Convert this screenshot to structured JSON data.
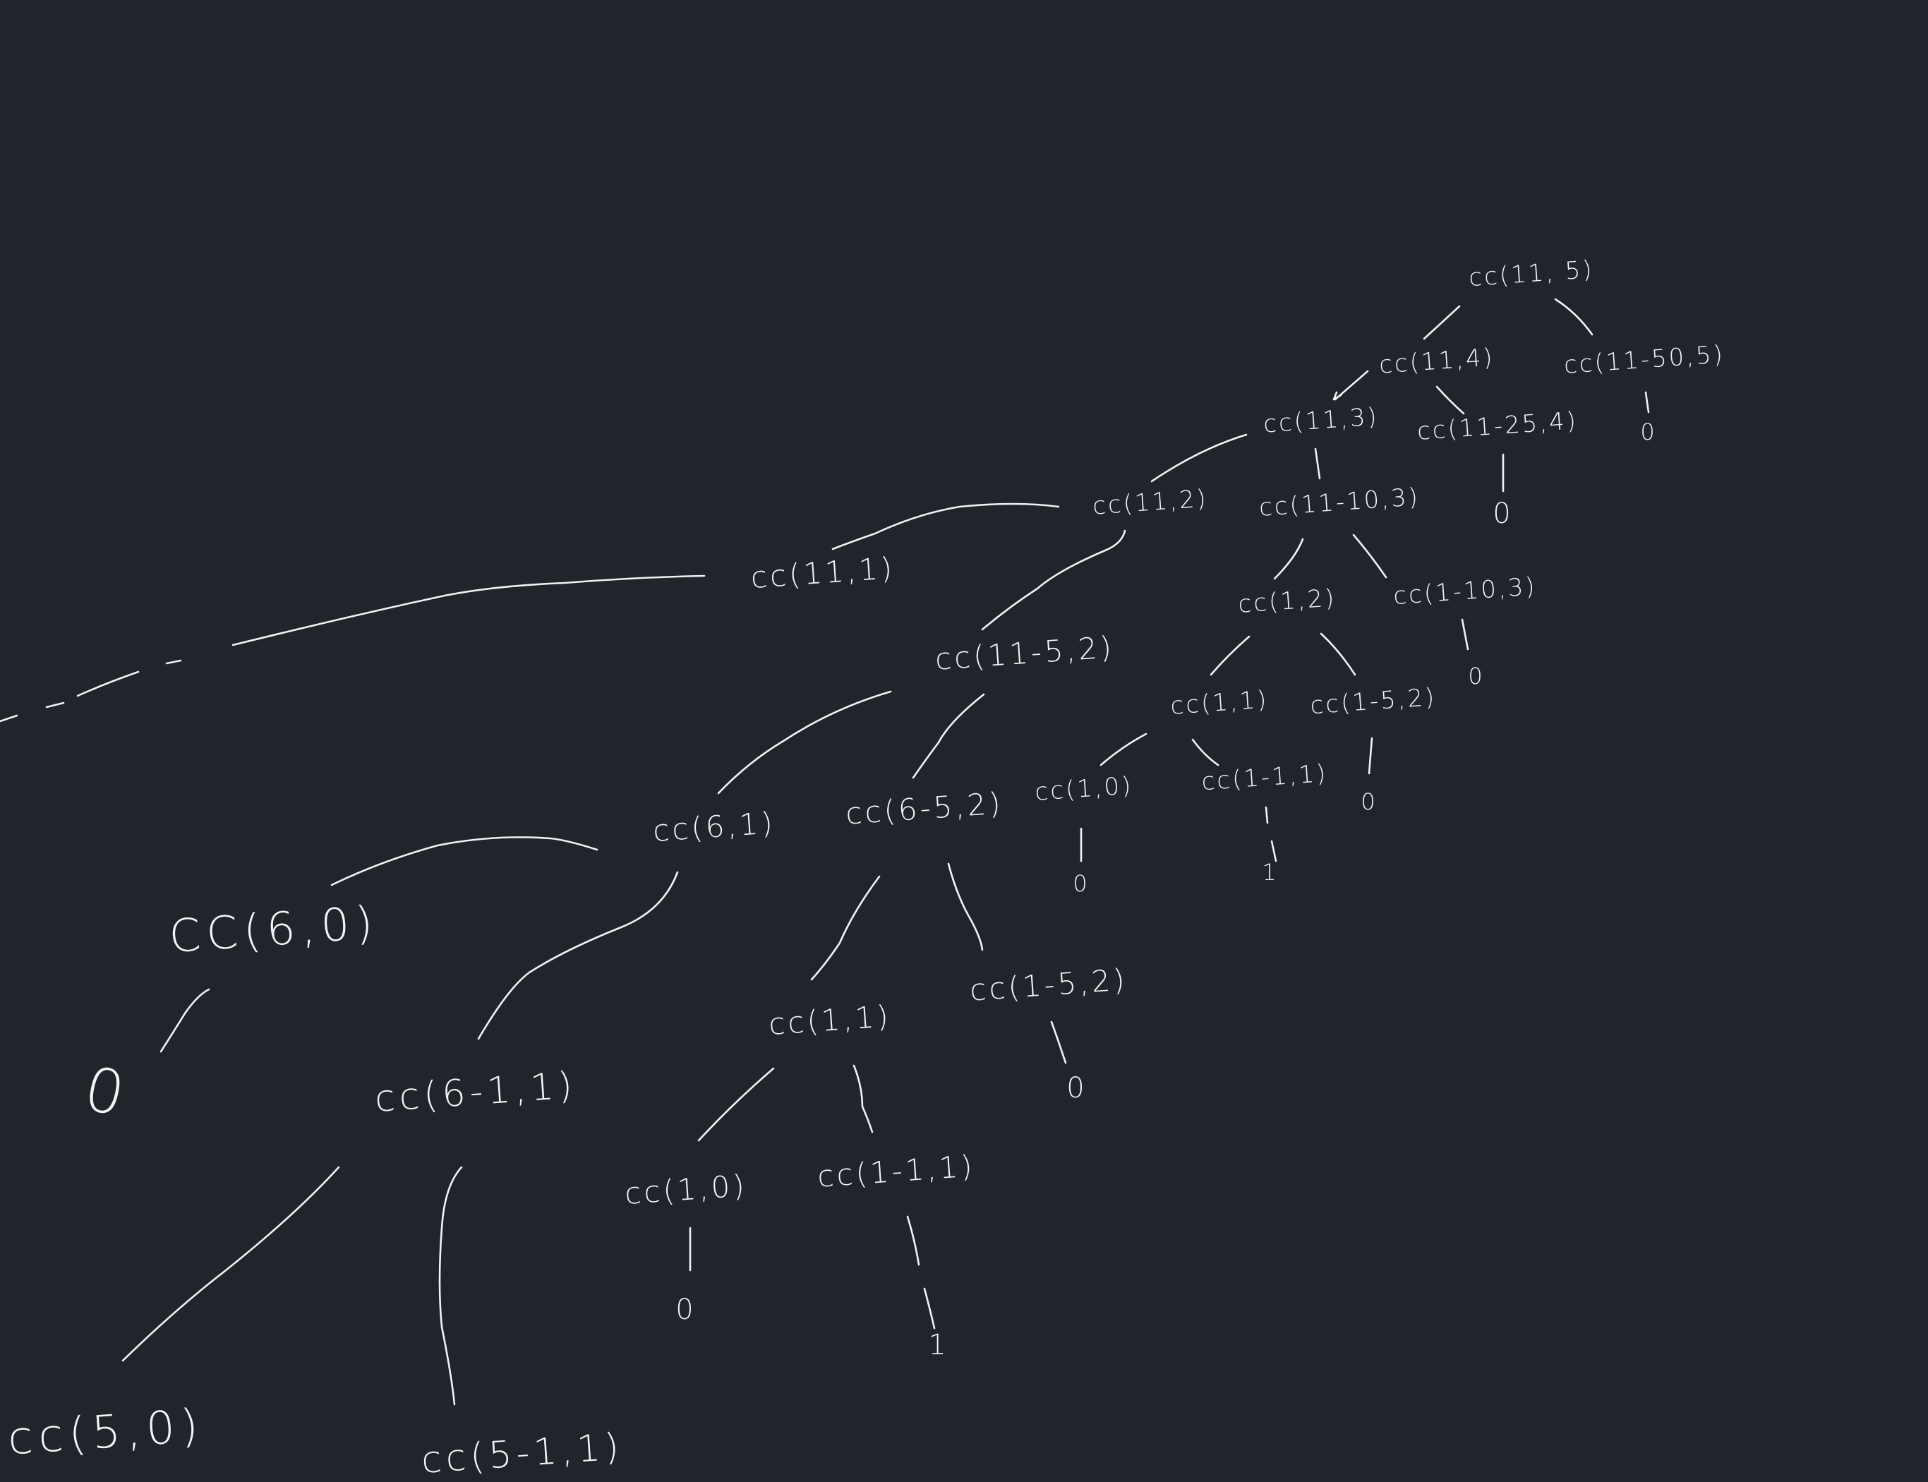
{
  "nodes": {
    "n_11_5": "cc(11, 5)",
    "n_11_4": "cc(11,4)",
    "n_11m50_5": "cc(11-50,5)",
    "n_11_3": "cc(11,3)",
    "n_11m25_4": "cc(11-25,4)",
    "n_11_2": "cc(11,2)",
    "n_11m10_3": "cc(11-10,3)",
    "n_11_1": "cc(11,1)",
    "n_1_2a": "cc(1,2)",
    "n_1m10_3": "cc(1-10,3)",
    "n_11m5_2": "cc(11-5,2)",
    "n_1_1a": "cc(1,1)",
    "n_1m5_2a": "cc(1-5,2)",
    "n_6_1": "cc(6,1)",
    "n_6m5_2": "cc(6-5,2)",
    "n_1_0a": "cc(1,0)",
    "n_1m1_1a": "cc(1-1,1)",
    "n_6_0": "CC(6,0)",
    "n_1_1b": "cc(1,1)",
    "n_1m5_2b": "cc(1-5,2)",
    "n_6m1_1": "cc(6-1,1)",
    "n_1_0b": "cc(1,0)",
    "n_1m1_1b": "cc(1-1,1)",
    "n_5_0": "cc(5,0)",
    "n_5m1_1": "cc(5-1,1)"
  },
  "leaves": {
    "l_11m50_5": "0",
    "l_11m25_4": "0",
    "l_1m10_3": "0",
    "l_1m5_2a": "0",
    "l_1_0a": "0",
    "l_1m1_1a": "1",
    "l_6_0": "0",
    "l_1m5_2b": "0",
    "l_1_0b": "0",
    "l_1m1_1b": "1"
  }
}
